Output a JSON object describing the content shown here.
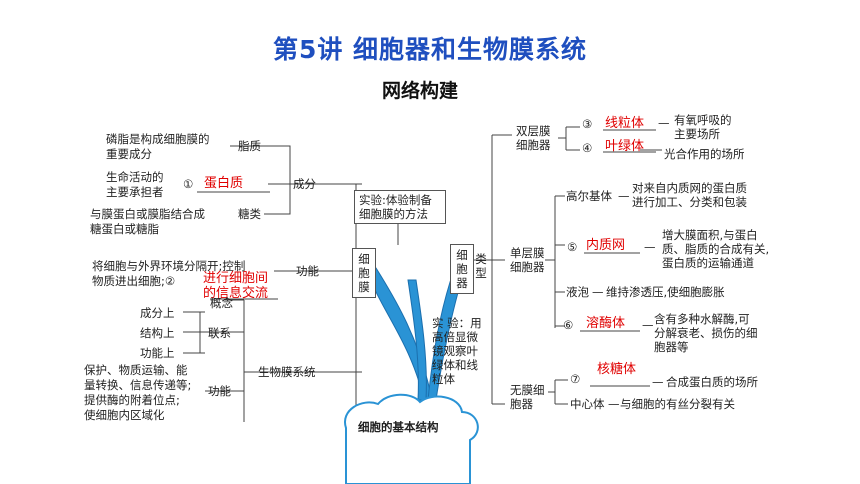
{
  "header": {
    "title": "第5讲  细胞器和生物膜系统",
    "subtitle": "网络构建"
  },
  "left": {
    "lipid_desc": [
      "磷脂是构成细胞膜的",
      "重要成分"
    ],
    "lipid": "脂质",
    "protein_desc": [
      "生命活动的",
      "主要承担者"
    ],
    "blank1_num": "①",
    "blank1_answer": "蛋白质",
    "sugar_desc": [
      "与膜蛋白或膜脂结合成",
      "糖蛋白或糖脂"
    ],
    "sugar": "糖类",
    "composition": "成分",
    "function_desc": [
      "将细胞与外界环境分隔开;控制",
      "物质进出细胞;②"
    ],
    "blank2_answer": [
      "进行细胞间",
      "的信息交流"
    ],
    "function": "功能",
    "concept": "概念",
    "comp_up": "成分上",
    "struct_up": "结构上",
    "func_up": "功能上",
    "relation": "联系",
    "system_func_desc": [
      "保护、物质运输、能",
      "量转换、信息传递等;",
      "提供酶的附着位点;",
      "使细胞内区域化"
    ],
    "system_func": "功能",
    "biomembrane_system": "生物膜系统"
  },
  "center": {
    "membrane": "细胞膜",
    "experiment1": [
      "实验:体验制备",
      "细胞膜的方法"
    ],
    "organelle": "细胞器",
    "type": "类型",
    "experiment2": [
      "实 验：用",
      "高倍显微",
      "镜观察叶",
      "绿体和线",
      "粒体"
    ],
    "basic_structure": "细胞的基本结构"
  },
  "right": {
    "double": "双层膜细胞器",
    "blank3_num": "③",
    "blank3_answer": "线粒体",
    "mito_desc": [
      "有氧呼吸的",
      "主要场所"
    ],
    "blank4_num": "④",
    "blank4_answer": "叶绿体",
    "chloro_desc": "光合作用的场所",
    "single": "单层膜细胞器",
    "golgi": "高尔基体",
    "golgi_desc": [
      "对来自内质网的蛋白质",
      "进行加工、分类和包装"
    ],
    "blank5_num": "⑤",
    "blank5_answer": "内质网",
    "er_desc": [
      "增大膜面积,与蛋白",
      "质、脂质的合成有关,",
      "蛋白质的运输通道"
    ],
    "vacuole": "液泡",
    "vacuole_desc": "维持渗透压,使细胞膨胀",
    "blank6_num": "⑥",
    "blank6_answer": "溶酶体",
    "lyso_desc": [
      "含有多种水解酶,可",
      "分解衰老、损伤的细",
      "胞器等"
    ],
    "nonmem": "无膜细胞器",
    "blank7_num": "⑦",
    "blank7_answer": "核糖体",
    "ribo_desc": "合成蛋白质的场所",
    "centro": "中心体",
    "centro_desc": "与细胞的有丝分裂有关"
  },
  "colors": {
    "title": "#1f4fbf",
    "answer": "#e00000",
    "branch": "#2a93d5"
  }
}
